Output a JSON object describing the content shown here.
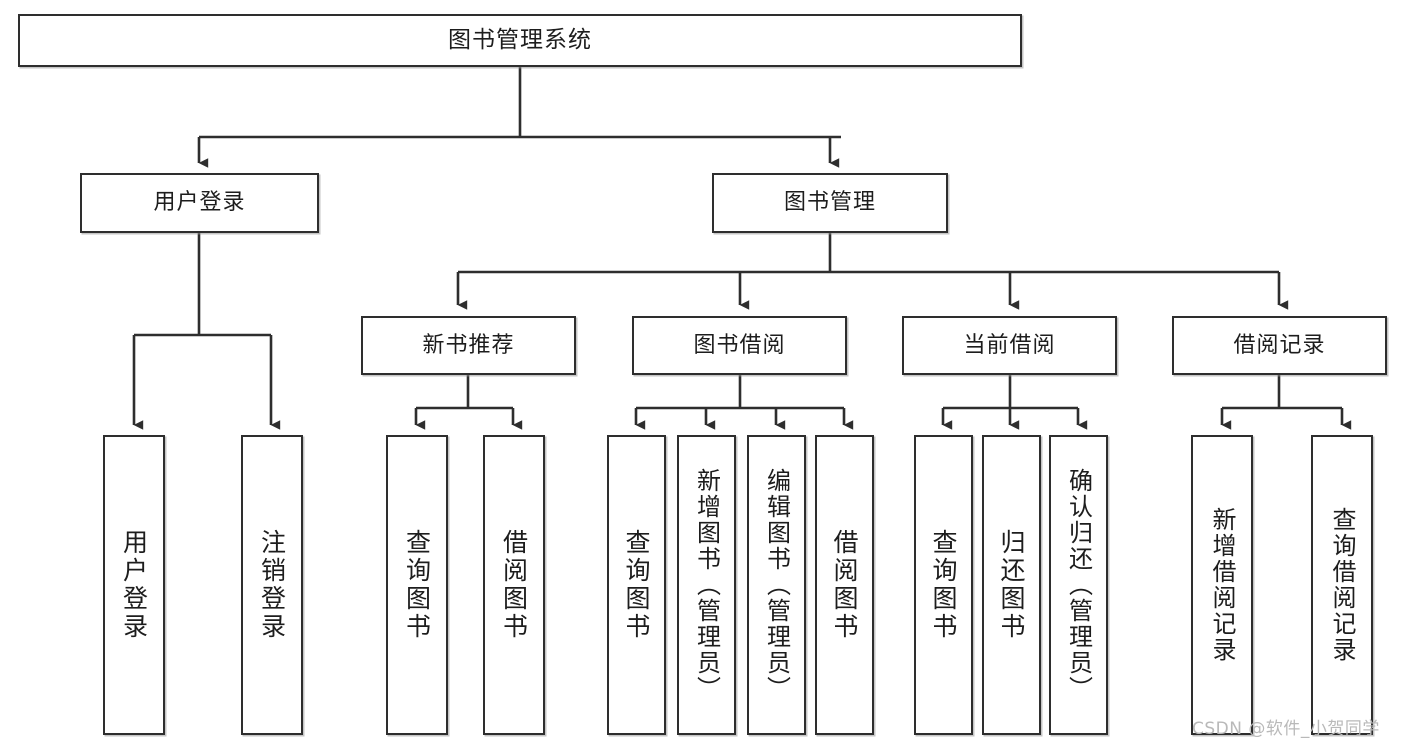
{
  "diagram": {
    "title": "图书管理系统",
    "type": "tree",
    "root": {
      "label": "图书管理系统"
    },
    "level2": [
      {
        "id": "user-login",
        "label": "用户登录"
      },
      {
        "id": "book-manage",
        "label": "图书管理"
      }
    ],
    "level3": [
      {
        "id": "new-book-recommend",
        "label": "新书推荐",
        "parent": "book-manage"
      },
      {
        "id": "book-borrow",
        "label": "图书借阅",
        "parent": "book-manage"
      },
      {
        "id": "current-borrow",
        "label": "当前借阅",
        "parent": "book-manage"
      },
      {
        "id": "borrow-record",
        "label": "借阅记录",
        "parent": "book-manage"
      }
    ],
    "leaves": [
      {
        "id": "leaf-user-login",
        "label": "用户登录",
        "parent": "user-login"
      },
      {
        "id": "leaf-logout",
        "label": "注销登录",
        "parent": "user-login"
      },
      {
        "id": "leaf-query-book-1",
        "label": "查询图书",
        "parent": "new-book-recommend"
      },
      {
        "id": "leaf-borrow-book-1",
        "label": "借阅图书",
        "parent": "new-book-recommend"
      },
      {
        "id": "leaf-query-book-2",
        "label": "查询图书",
        "parent": "book-borrow"
      },
      {
        "id": "leaf-add-book",
        "label": "新增图书（管理员）",
        "parent": "book-borrow"
      },
      {
        "id": "leaf-edit-book",
        "label": "编辑图书（管理员）",
        "parent": "book-borrow"
      },
      {
        "id": "leaf-borrow-book-2",
        "label": "借阅图书",
        "parent": "book-borrow"
      },
      {
        "id": "leaf-query-book-3",
        "label": "查询图书",
        "parent": "current-borrow"
      },
      {
        "id": "leaf-return-book",
        "label": "归还图书",
        "parent": "current-borrow"
      },
      {
        "id": "leaf-confirm-return",
        "label": "确认归还（管理员）",
        "parent": "current-borrow"
      },
      {
        "id": "leaf-add-record",
        "label": "新增借阅记录",
        "parent": "borrow-record"
      },
      {
        "id": "leaf-query-record",
        "label": "查询借阅记录",
        "parent": "borrow-record"
      }
    ],
    "watermark": "CSDN @软件_小贺同学",
    "colors": {
      "stroke": "#2e2e2e",
      "background": "#ffffff",
      "text": "#1d1d1d",
      "watermark": "#b9b9b9"
    }
  }
}
